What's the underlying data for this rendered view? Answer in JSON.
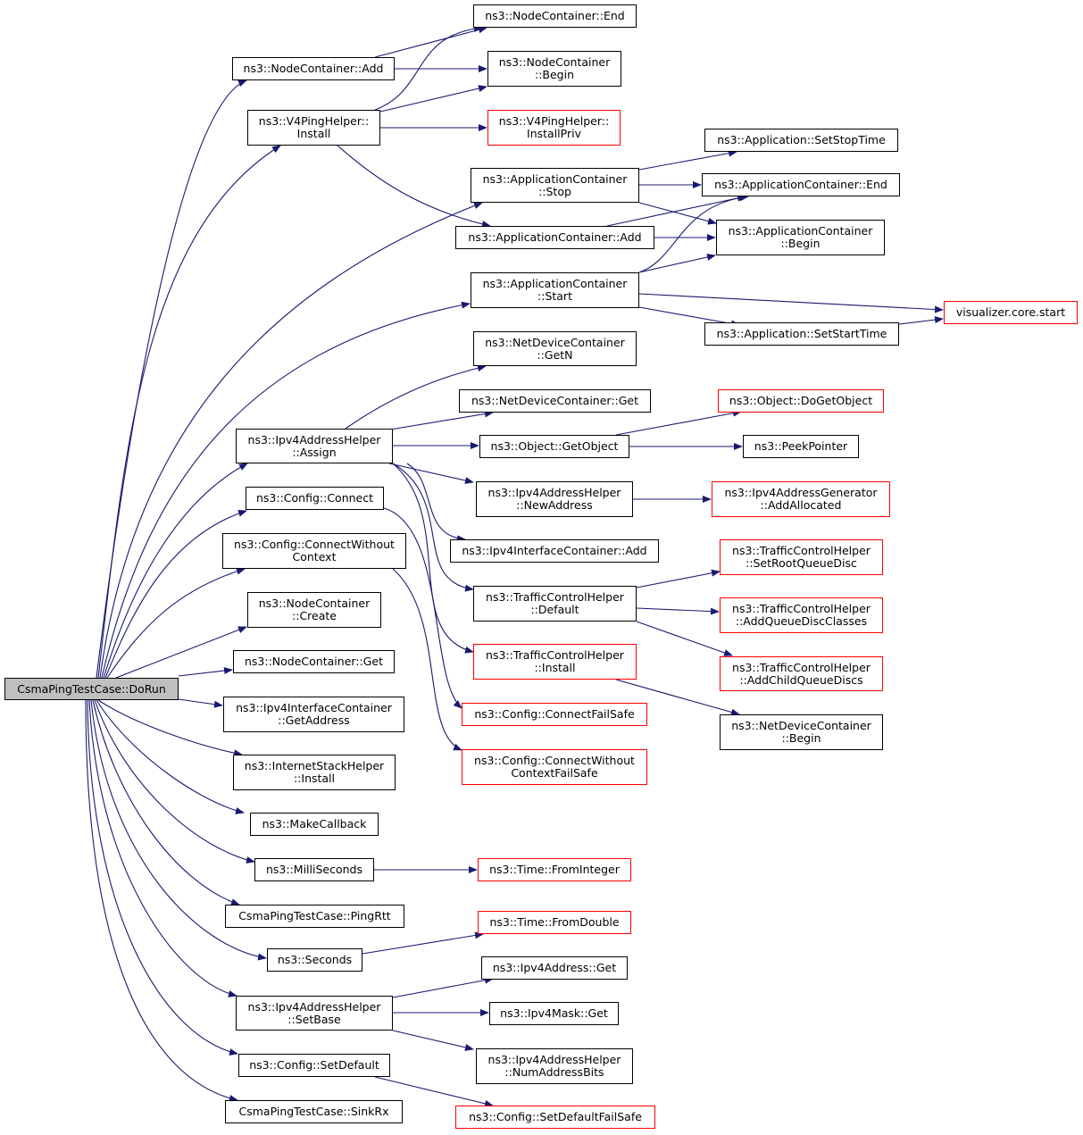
{
  "colors": {
    "edge": "#191970",
    "node_border": "#000000",
    "external_border": "#ff0000",
    "root_fill": "#bfbfbf"
  },
  "nodes": {
    "root": "CsmaPingTestCase::DoRun",
    "nc_add": "ns3::NodeContainer::Add",
    "v4ping_install": "ns3::V4PingHelper::\nInstall",
    "nc_end": "ns3::NodeContainer::End",
    "nc_begin": "ns3::NodeContainer\n::Begin",
    "v4ping_installpriv": "ns3::V4PingHelper::\nInstallPriv",
    "app_setstoptime": "ns3::Application::SetStopTime",
    "ac_stop": "ns3::ApplicationContainer\n::Stop",
    "ac_end": "ns3::ApplicationContainer::End",
    "ac_add": "ns3::ApplicationContainer::Add",
    "ac_begin": "ns3::ApplicationContainer\n::Begin",
    "ac_start": "ns3::ApplicationContainer\n::Start",
    "viz_start": "visualizer.core.start",
    "app_setstarttime": "ns3::Application::SetStartTime",
    "ndc_getn": "ns3::NetDeviceContainer\n::GetN",
    "ndc_get": "ns3::NetDeviceContainer::Get",
    "obj_dogetobject": "ns3::Object::DoGetObject",
    "ipv4ah_assign": "ns3::Ipv4AddressHelper\n::Assign",
    "obj_getobject": "ns3::Object::GetObject",
    "peekpointer": "ns3::PeekPointer",
    "cfg_connect": "ns3::Config::Connect",
    "ipv4ah_newaddress": "ns3::Ipv4AddressHelper\n::NewAddress",
    "ipv4ag_addallocated": "ns3::Ipv4AddressGenerator\n::AddAllocated",
    "cfg_connectwithoutcontext": "ns3::Config::ConnectWithout\nContext",
    "ipv4ic_add": "ns3::Ipv4InterfaceContainer::Add",
    "tch_setrootqueuedisc": "ns3::TrafficControlHelper\n::SetRootQueueDisc",
    "nc_create": "ns3::NodeContainer\n::Create",
    "tch_default": "ns3::TrafficControlHelper\n::Default",
    "tch_addqueuediscclasses": "ns3::TrafficControlHelper\n::AddQueueDiscClasses",
    "nc_get": "ns3::NodeContainer::Get",
    "tch_install": "ns3::TrafficControlHelper\n::Install",
    "tch_addchildqueuediscs": "ns3::TrafficControlHelper\n::AddChildQueueDiscs",
    "ipv4ic_getaddress": "ns3::Ipv4InterfaceContainer\n::GetAddress",
    "cfg_connectfailsafe": "ns3::Config::ConnectFailSafe",
    "ndc_begin": "ns3::NetDeviceContainer\n::Begin",
    "ish_install": "ns3::InternetStackHelper\n::Install",
    "cfg_connectwithoutcontextfailsafe": "ns3::Config::ConnectWithout\nContextFailSafe",
    "makecallback": "ns3::MakeCallback",
    "milliseconds": "ns3::MilliSeconds",
    "time_frominteger": "ns3::Time::FromInteger",
    "pingrtt": "CsmaPingTestCase::PingRtt",
    "time_fromdouble": "ns3::Time::FromDouble",
    "seconds": "ns3::Seconds",
    "ipv4addr_get": "ns3::Ipv4Address::Get",
    "ipv4ah_setbase": "ns3::Ipv4AddressHelper\n::SetBase",
    "ipv4mask_get": "ns3::Ipv4Mask::Get",
    "ipv4ah_numaddressbits": "ns3::Ipv4AddressHelper\n::NumAddressBits",
    "cfg_setdefault": "ns3::Config::SetDefault",
    "sinkrx": "CsmaPingTestCase::SinkRx",
    "cfg_setdefaultfailsafe": "ns3::Config::SetDefaultFailSafe"
  }
}
